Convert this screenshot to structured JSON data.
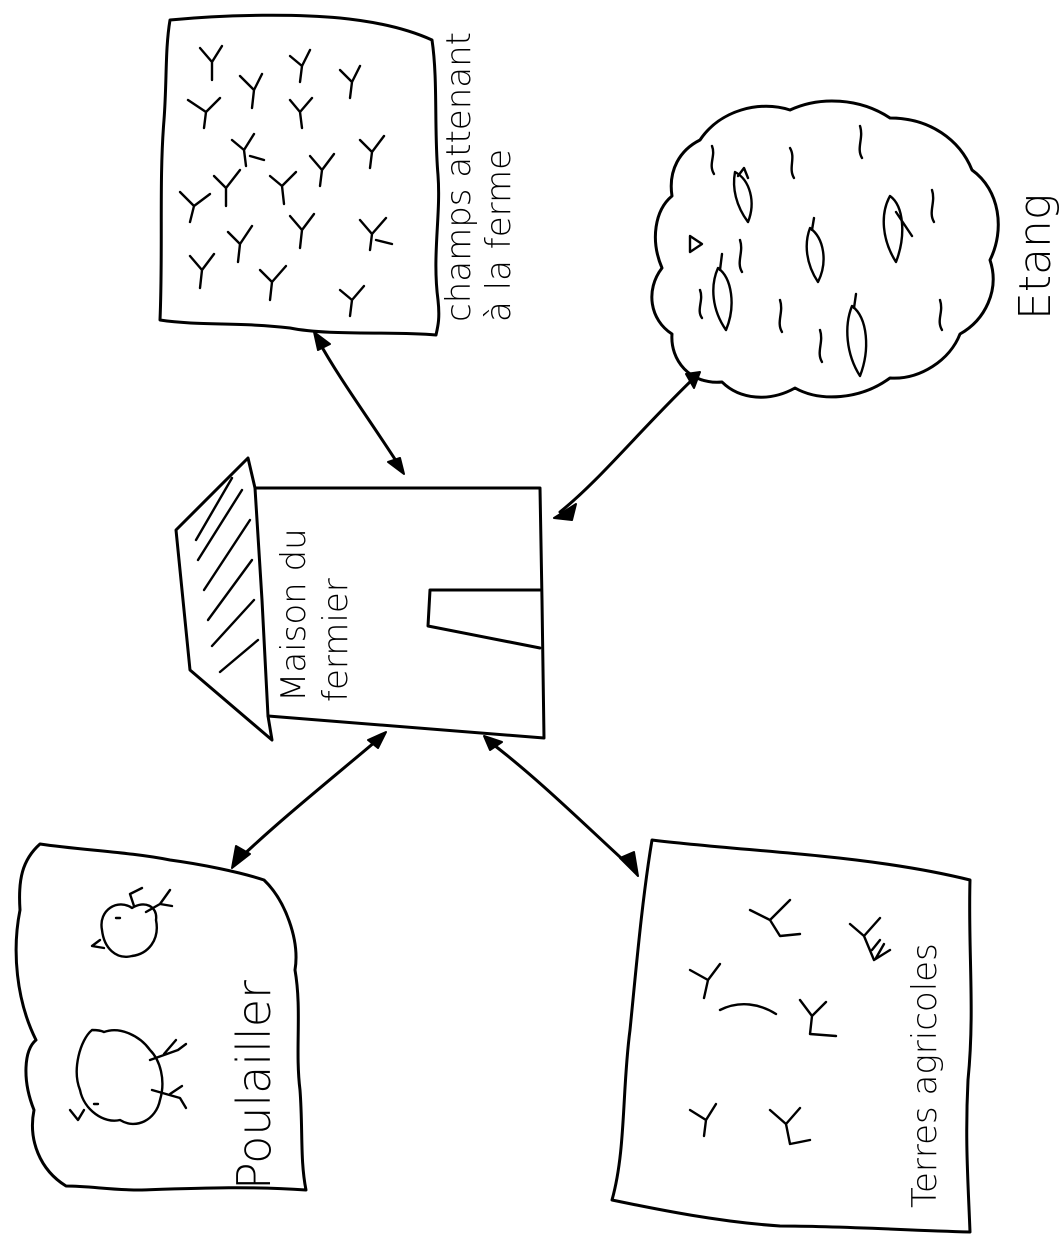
{
  "nodes": {
    "house": {
      "label_line1": "Maison du",
      "label_line2": "fermier"
    },
    "fields": {
      "label_line1": "champs attenant",
      "label_line2": "à la ferme"
    },
    "pond": {
      "label": "Etang"
    },
    "henhouse": {
      "label": "Poulailler"
    },
    "farmland": {
      "label": "Terres agricoles"
    }
  },
  "edges": [
    {
      "from": "house",
      "to": "fields",
      "direction": "both"
    },
    {
      "from": "house",
      "to": "pond",
      "direction": "both"
    },
    {
      "from": "house",
      "to": "henhouse",
      "direction": "both"
    },
    {
      "from": "house",
      "to": "farmland",
      "direction": "both"
    }
  ]
}
